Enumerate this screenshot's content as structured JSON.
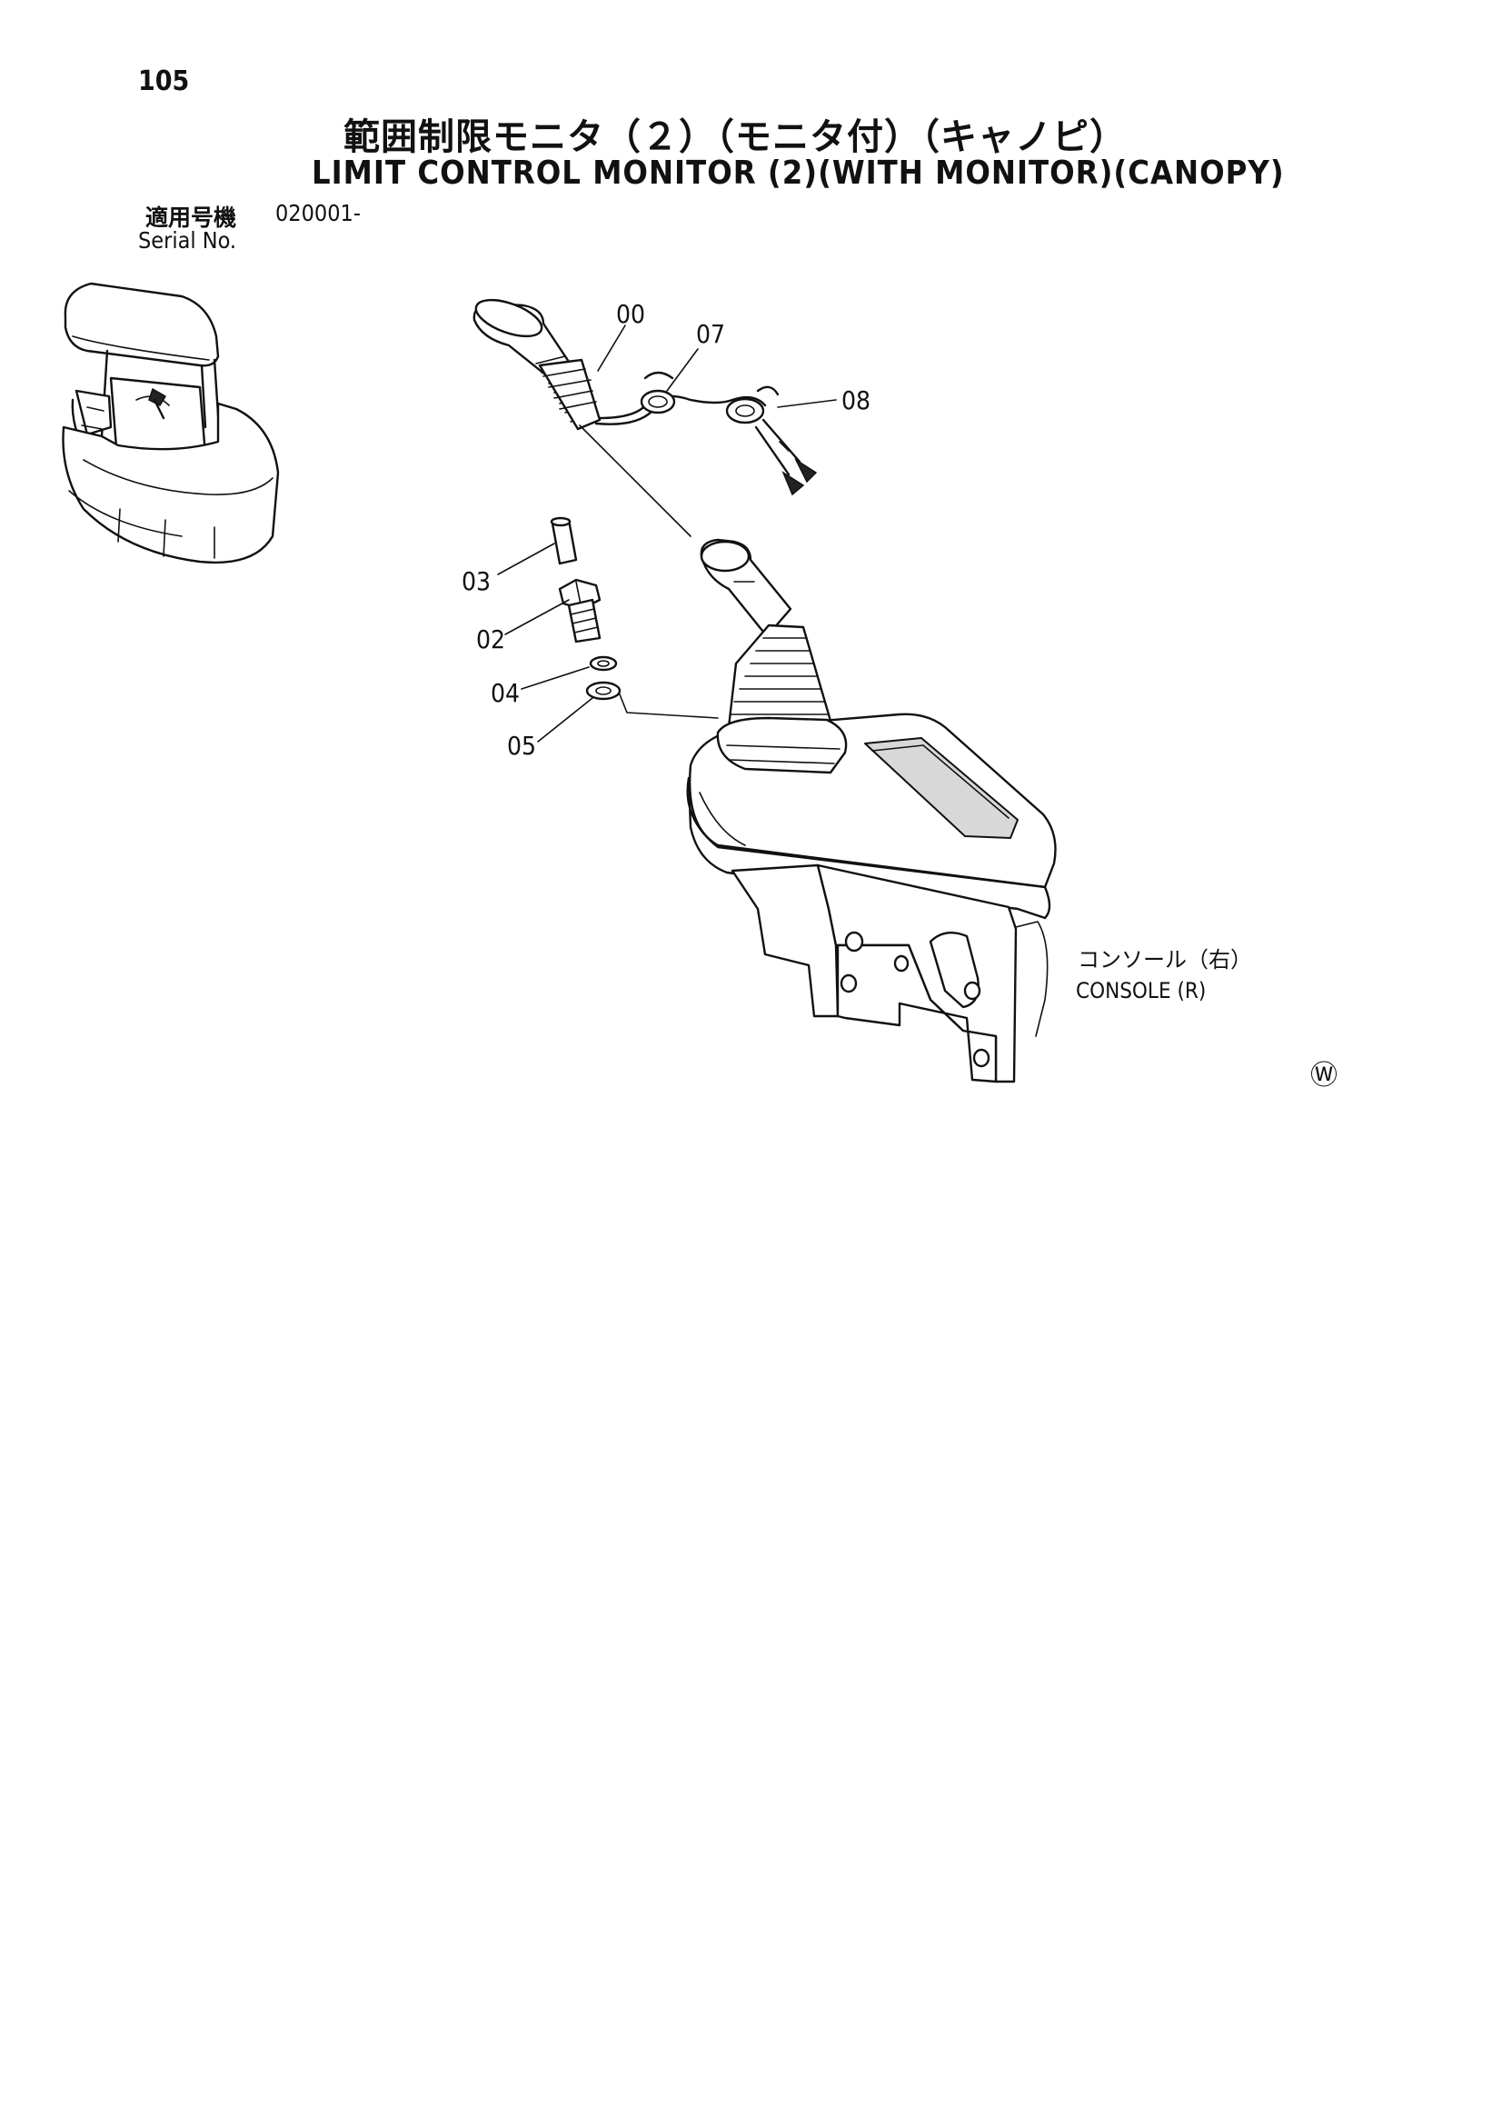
{
  "header": {
    "page_number": "105",
    "title_ja": "範囲制限モニタ（２）（モニタ付）（キャノピ）",
    "title_en": "LIMIT CONTROL MONITOR (2)(WITH MONITOR)(CANOPY)",
    "serial_label_ja": "適用号機",
    "serial_value": "020001-",
    "serial_label_en": "Serial No."
  },
  "diagram": {
    "callouts": [
      {
        "id": "00",
        "label": "00"
      },
      {
        "id": "07",
        "label": "07"
      },
      {
        "id": "08",
        "label": "08"
      },
      {
        "id": "03",
        "label": "03"
      },
      {
        "id": "02",
        "label": "02"
      },
      {
        "id": "04",
        "label": "04"
      },
      {
        "id": "05",
        "label": "05"
      }
    ],
    "console_label_ja": "コンソール（右）",
    "console_label_en": "CONSOLE (R)",
    "footer_mark": "Ⓦ"
  }
}
